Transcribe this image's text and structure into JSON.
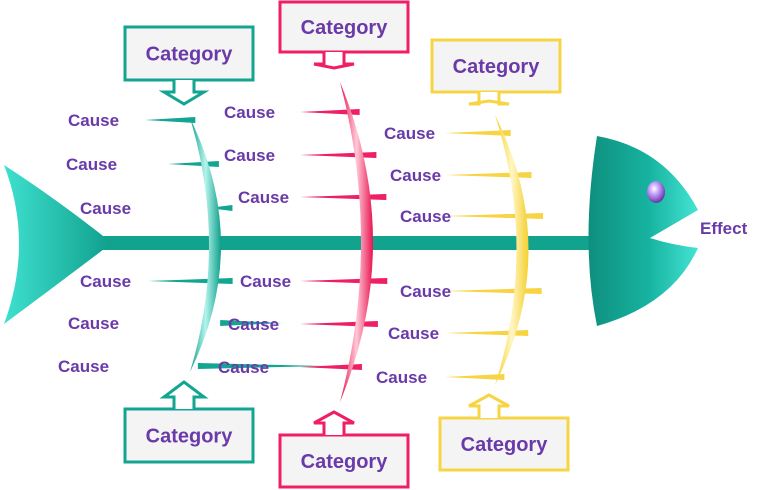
{
  "effect_label": "Effect",
  "colors": {
    "spine": "#12a38f",
    "teal": "#12a592",
    "pink": "#ef1f63",
    "yellow": "#f7d444",
    "text": "#6a3aa8",
    "box_fill": "#f4f4f4"
  },
  "branches": [
    {
      "color": "teal",
      "top_category": "Category",
      "bottom_category": "Category",
      "top_causes": [
        "Cause",
        "Cause",
        "Cause"
      ],
      "bottom_causes": [
        "Cause",
        "Cause",
        "Cause"
      ]
    },
    {
      "color": "pink",
      "top_category": "Category",
      "bottom_category": "Category",
      "top_causes": [
        "Cause",
        "Cause",
        "Cause"
      ],
      "bottom_causes": [
        "Cause",
        "Cause",
        "Cause"
      ]
    },
    {
      "color": "yellow",
      "top_category": "Category",
      "bottom_category": "Category",
      "top_causes": [
        "Cause",
        "Cause",
        "Cause"
      ],
      "bottom_causes": [
        "Cause",
        "Cause",
        "Cause"
      ]
    }
  ]
}
